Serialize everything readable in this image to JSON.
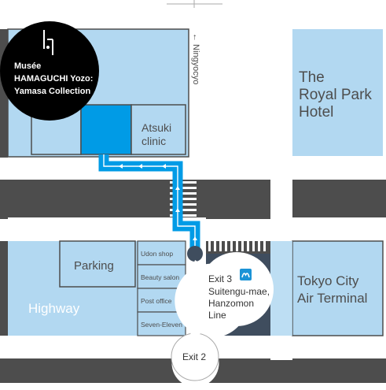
{
  "museum": {
    "line1": "Musée",
    "line2": "HAMAGUCHI Yozo:",
    "line3": "Yamasa Collection"
  },
  "buildings": {
    "atsuki_line1": "Atsuki",
    "atsuki_line2": "clinic",
    "royal_line1": "The",
    "royal_line2": "Royal Park",
    "royal_line3": "Hotel",
    "tcat_line1": "Tokyo City",
    "tcat_line2": "Air Terminal",
    "parking": "Parking",
    "highway": "Highway",
    "udon": "Udon shop",
    "beauty": "Beauty salon",
    "post": "Post office",
    "seven": "Seven-Eleven"
  },
  "street": {
    "ningyocho": "← Ningyocyo"
  },
  "exits": {
    "exit3_line1": "Exit 3",
    "exit3_line2": "Suitengu-mae,",
    "exit3_line3": "Hanzomon",
    "exit3_line4": "Line",
    "exit2": "Exit 2"
  },
  "colors": {
    "building": "#b2d8f1",
    "highlight": "#009be6",
    "road": "#4d4d4d",
    "station": "#3f4d5e",
    "metro": "#1b93d6"
  }
}
